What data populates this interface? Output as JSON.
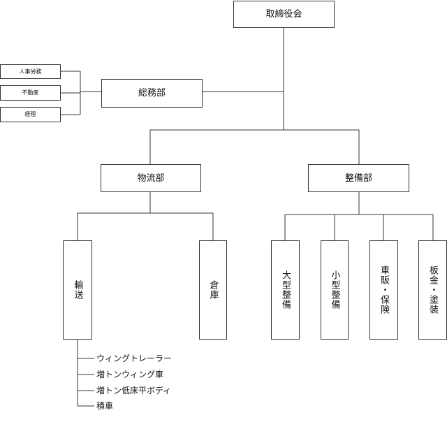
{
  "org": {
    "board": "取締役会",
    "general_affairs": "総務部",
    "ga_units": [
      "人事労務",
      "不動産",
      "経理"
    ],
    "logistics": "物流部",
    "maintenance": "整備部",
    "transport": "輸送",
    "warehouse": "倉庫",
    "maint_units": [
      "大型整備",
      "小型整備",
      "車販・保険",
      "板金・塗装"
    ],
    "transport_items": [
      "ウィングトレーラー",
      "増トンウィング車",
      "増トン低床平ボディ",
      "積車"
    ]
  }
}
